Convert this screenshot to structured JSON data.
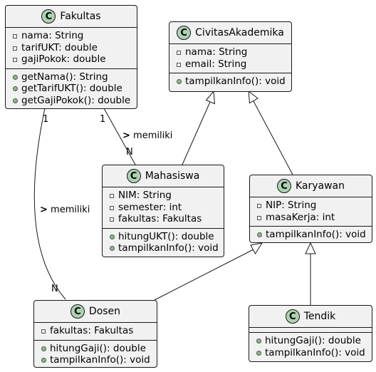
{
  "classes": {
    "fakultas": {
      "name": "Fakultas",
      "badge": "C",
      "fields": [
        {
          "vis": "private",
          "text": "nama: String"
        },
        {
          "vis": "private",
          "text": "tarifUKT: double"
        },
        {
          "vis": "private",
          "text": "gajiPokok: double"
        }
      ],
      "methods": [
        {
          "vis": "public",
          "text": "getNama(): String"
        },
        {
          "vis": "public",
          "text": "getTarifUKT(): double"
        },
        {
          "vis": "public",
          "text": "getGajiPokok(): double"
        }
      ]
    },
    "civitas": {
      "name": "CivitasAkademika",
      "badge": "C",
      "fields": [
        {
          "vis": "private",
          "text": "nama: String"
        },
        {
          "vis": "private",
          "text": "email: String"
        }
      ],
      "methods": [
        {
          "vis": "public",
          "text": "tampilkanInfo(): void"
        }
      ]
    },
    "mahasiswa": {
      "name": "Mahasiswa",
      "badge": "C",
      "fields": [
        {
          "vis": "private",
          "text": "NIM: String"
        },
        {
          "vis": "private",
          "text": "semester: int"
        },
        {
          "vis": "private",
          "text": "fakultas: Fakultas"
        }
      ],
      "methods": [
        {
          "vis": "public",
          "text": "hitungUKT(): double"
        },
        {
          "vis": "public",
          "text": "tampilkanInfo(): void"
        }
      ]
    },
    "karyawan": {
      "name": "Karyawan",
      "badge": "C",
      "fields": [
        {
          "vis": "private",
          "text": "NIP: String"
        },
        {
          "vis": "private",
          "text": "masaKerja: int"
        }
      ],
      "methods": [
        {
          "vis": "public",
          "text": "tampilkanInfo(): void"
        }
      ]
    },
    "dosen": {
      "name": "Dosen",
      "badge": "C",
      "fields": [
        {
          "vis": "private",
          "text": "fakultas: Fakultas"
        }
      ],
      "methods": [
        {
          "vis": "public",
          "text": "hitungGaji(): double"
        },
        {
          "vis": "public",
          "text": "tampilkanInfo(): void"
        }
      ]
    },
    "tendik": {
      "name": "Tendik",
      "badge": "C",
      "fields": [],
      "methods": [
        {
          "vis": "public",
          "text": "hitungGaji(): double"
        },
        {
          "vis": "public",
          "text": "tampilkanInfo(): void"
        }
      ]
    }
  },
  "associations": {
    "fak_mhs": {
      "label": "memiliki",
      "arrow": ">",
      "from_mult": "1",
      "to_mult": "N"
    },
    "fak_dosen": {
      "label": "memiliki",
      "arrow": ">",
      "from_mult": "1",
      "to_mult": "N"
    }
  },
  "colors": {
    "class_fill": "#f1f1f1",
    "border": "#181818",
    "badge_fill": "#add1b2",
    "public_marker": "#84be84"
  }
}
